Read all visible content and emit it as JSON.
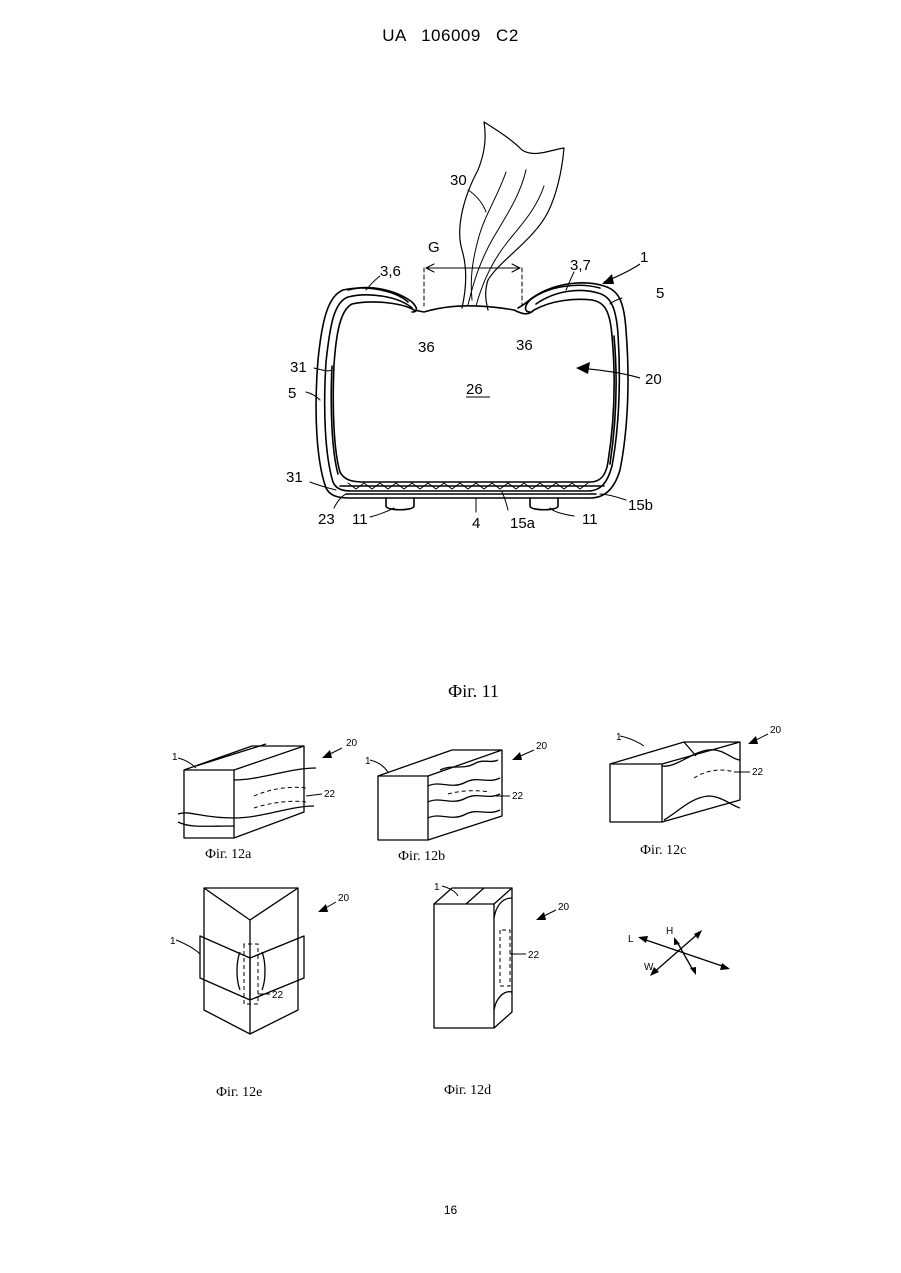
{
  "header": {
    "doc_id": "UA   106009   C2"
  },
  "figure11": {
    "caption": "Фіг. 11",
    "labels": {
      "l30": "30",
      "lG": "G",
      "l36": "3,6",
      "l37": "3,7",
      "l1": "1",
      "l5r": "5",
      "l36a": "36",
      "l36b": "36",
      "l20": "20",
      "l31a": "31",
      "l5l": "5",
      "l26": "26",
      "l31b": "31",
      "l23": "23",
      "l11a": "11",
      "l4": "4",
      "l15a": "15a",
      "l11b": "11",
      "l15b": "15b"
    }
  },
  "figure12": {
    "a": {
      "caption": "Фіг. 12a",
      "l1": "1",
      "l20": "20",
      "l22": "22"
    },
    "b": {
      "caption": "Фіг. 12b",
      "l1": "1",
      "l20": "20",
      "l22": "22"
    },
    "c": {
      "caption": "Фіг. 12c",
      "l1": "1",
      "l20": "20",
      "l22": "22"
    },
    "e": {
      "caption": "Фіг. 12e",
      "l1": "1",
      "l20": "20",
      "l22": "22"
    },
    "d": {
      "caption": "Фіг. 12d",
      "l1": "1",
      "l20": "20",
      "l22": "22"
    },
    "axes": {
      "L": "L",
      "H": "H",
      "W": "W"
    }
  },
  "footer": {
    "page_number": "16"
  }
}
